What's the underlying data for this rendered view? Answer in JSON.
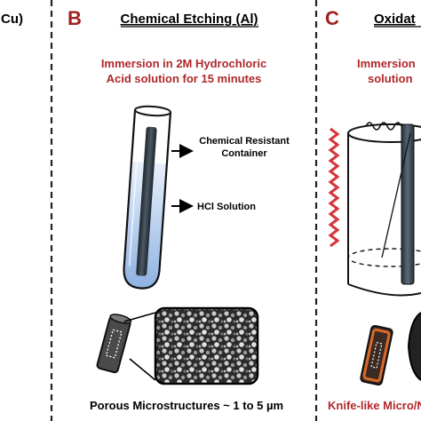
{
  "left_panel": {
    "title_fragment": "Cu)"
  },
  "panel_b": {
    "letter": "B",
    "title": "Chemical Etching (Al)",
    "instruction_line1": "Immersion in 2M Hydrochloric",
    "instruction_line2": "Acid solution for 15 minutes",
    "label_container_line1": "Chemical Resistant",
    "label_container_line2": "Container",
    "label_solution": "HCl Solution",
    "caption": "Porous Microstructures ~ 1 to 5 µm"
  },
  "panel_c": {
    "letter": "C",
    "title_fragment": "Oxidat",
    "instruction_line1": "Immersion",
    "instruction_line2": "solution",
    "caption": "Knife-like Micro/N"
  },
  "colors": {
    "panel_letter": "#a01f1f",
    "divider": "#222222",
    "solution_blue": "#a9c6ea",
    "heater_red": "#d8353a",
    "rod_dark": "#2f3a45"
  }
}
